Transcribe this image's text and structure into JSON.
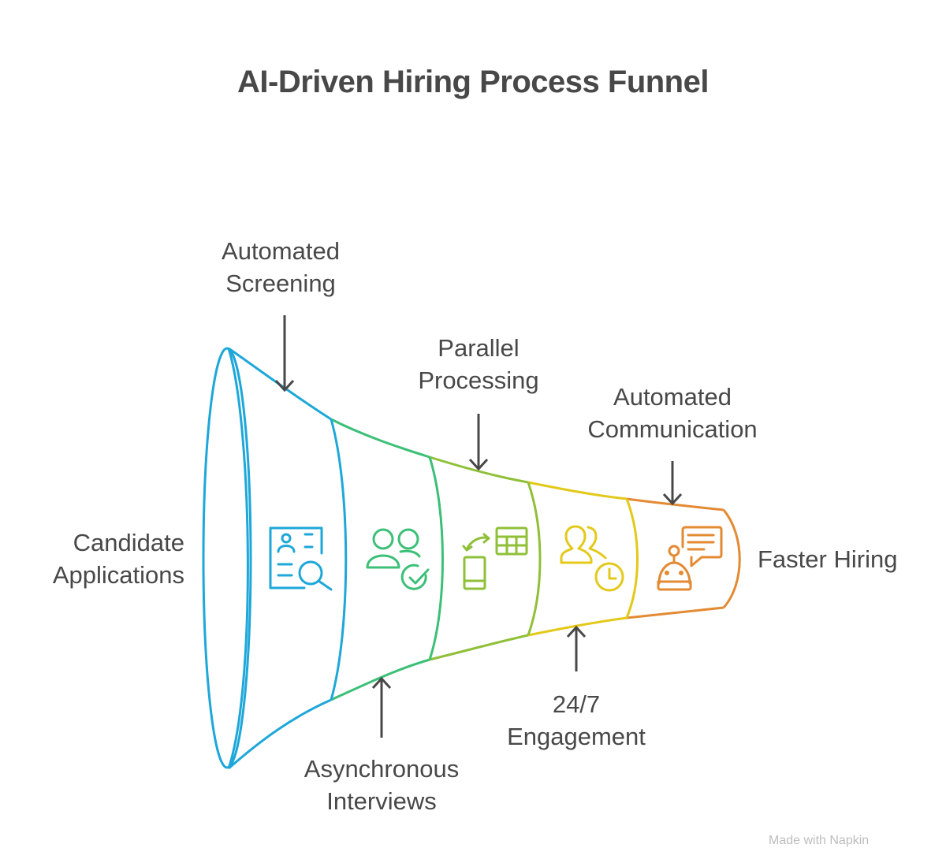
{
  "title": "AI-Driven Hiring Process Funnel",
  "input_label": [
    "Candidate",
    "Applications"
  ],
  "output_label": "Faster Hiring",
  "stages": [
    {
      "name": "Automated Screening",
      "lines": [
        "Automated",
        "Screening"
      ],
      "position": "top",
      "icon": "candidate-search-icon",
      "color": "#1ea7d9"
    },
    {
      "name": "Asynchronous Interviews",
      "lines": [
        "Asynchronous",
        "Interviews"
      ],
      "position": "bottom",
      "icon": "users-check-icon",
      "color": "#3cbf77"
    },
    {
      "name": "Parallel Processing",
      "lines": [
        "Parallel",
        "Processing"
      ],
      "position": "top",
      "icon": "device-sync-table-icon",
      "color": "#8fc038"
    },
    {
      "name": "24/7 Engagement",
      "lines": [
        "24/7",
        "Engagement"
      ],
      "position": "bottom",
      "icon": "users-clock-icon",
      "color": "#e3c919"
    },
    {
      "name": "Automated Communication",
      "lines": [
        "Automated",
        "Communication"
      ],
      "position": "top",
      "icon": "chatbot-message-icon",
      "color": "#e38a33"
    }
  ],
  "watermark": "Made with Napkin"
}
